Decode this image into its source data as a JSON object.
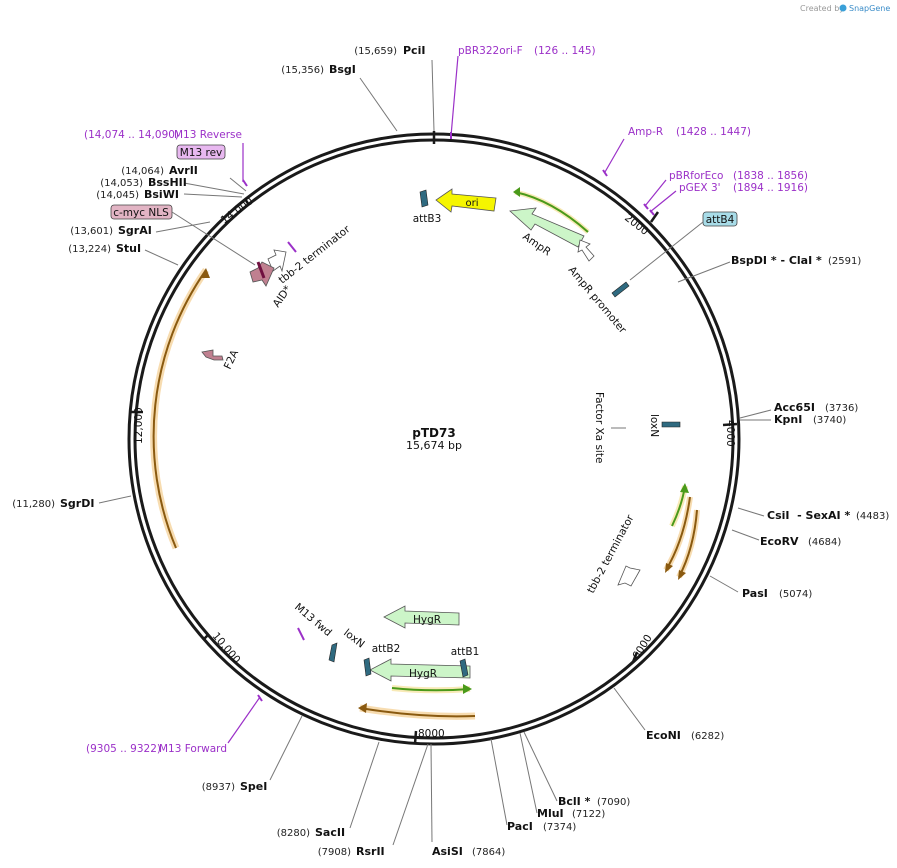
{
  "watermark": {
    "prefix": "Created by",
    "brand": "SnapGene"
  },
  "plasmid": {
    "name": "pTD73",
    "length": "15,674 bp"
  },
  "ticks": [
    "2000",
    "4000",
    "6000",
    "8000",
    "10,000",
    "12,000",
    "14,000"
  ],
  "enzymes": [
    {
      "pos": "(15,659)",
      "name": "PciI"
    },
    {
      "pos": "(15,356)",
      "name": "BsgI"
    },
    {
      "pos": "(14,064)",
      "name": "AvrII"
    },
    {
      "pos": "(14,053)",
      "name": "BssHII"
    },
    {
      "pos": "(14,045)",
      "name": "BsiWI"
    },
    {
      "pos": "(13,601)",
      "name": "SgrAI"
    },
    {
      "pos": "(13,224)",
      "name": "StuI"
    },
    {
      "pos": "(11,280)",
      "name": "SgrDI"
    },
    {
      "pos": "(2591)",
      "name": "BspDI * - ClaI *"
    },
    {
      "pos": "(3736)",
      "name": "Acc65I"
    },
    {
      "pos": "(3740)",
      "name": "KpnI"
    },
    {
      "pos": "(4483)",
      "name": "CsiI  - SexAI *"
    },
    {
      "pos": "(4684)",
      "name": "EcoRV"
    },
    {
      "pos": "(5074)",
      "name": "PasI"
    },
    {
      "pos": "(6282)",
      "name": "EcoNI"
    },
    {
      "pos": "(7090)",
      "name": "BclI *"
    },
    {
      "pos": "(7122)",
      "name": "MluI"
    },
    {
      "pos": "(7374)",
      "name": "PacI"
    },
    {
      "pos": "(7864)",
      "name": "AsiSI"
    },
    {
      "pos": "(7908)",
      "name": "RsrII"
    },
    {
      "pos": "(8280)",
      "name": "SacII"
    },
    {
      "pos": "(8937)",
      "name": "SpeI"
    }
  ],
  "primers": [
    {
      "name": "pBR322ori-F",
      "range": "(126 .. 145)"
    },
    {
      "name": "Amp-R",
      "range": "(1428 .. 1447)"
    },
    {
      "name": "pBRforEco",
      "range": "(1838 .. 1856)"
    },
    {
      "name": "pGEX 3'",
      "range": "(1894 .. 1916)"
    },
    {
      "name": "M13 Reverse",
      "range": "(14,074 .. 14,090)"
    },
    {
      "name": "M13 Forward",
      "range": "(9305 .. 9322)"
    }
  ],
  "boxed_labels": {
    "m13rev": "M13 rev",
    "cmyc": "c-myc NLS",
    "attb4": "attB4"
  },
  "features": {
    "ori": "ori",
    "attB3": "attB3",
    "AmpR": "AmpR",
    "AmpR_promoter": "AmpR promoter",
    "tbb2_top": "tbb-2 terminator",
    "AID": "AID*",
    "F2A": "F2A",
    "FactorXa": "Factor Xa site",
    "loxN_right": "loxN",
    "tbb2_right": "tbb-2 terminator",
    "HygR_1": "HygR",
    "HygR_2": "HygR",
    "M13fwd": "M13 fwd",
    "loxN_left": "loxN",
    "attB2": "attB2",
    "attB1": "attB1"
  },
  "colors": {
    "backbone": "#1a1a1a",
    "primer": "#9b30c8",
    "orf_orange": "#f0a030",
    "orf_green": "#4a9a1a",
    "ampr_fill": "#ccf5c8",
    "ori_fill": "#f5f500",
    "att_fill": "#2f6a80",
    "aid_fill": "#c08090",
    "boxed_primer_fill": "#e8b8f0",
    "attb4_fill": "#a8dce8"
  }
}
